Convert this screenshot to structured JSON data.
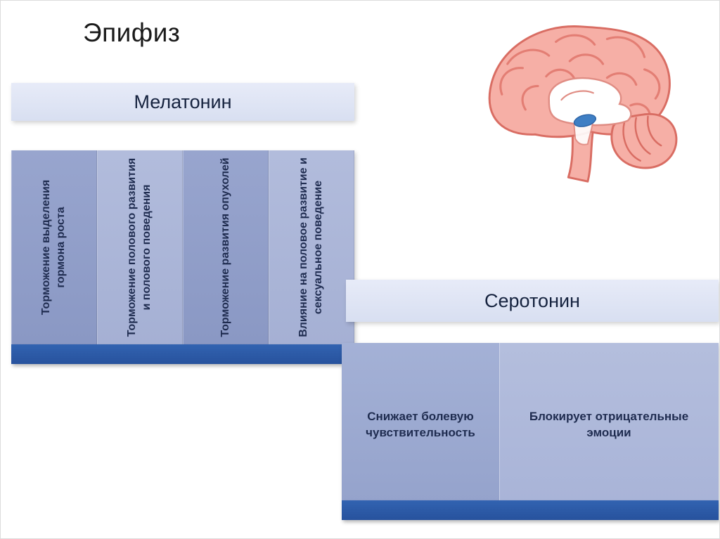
{
  "slide": {
    "title": "Эпифиз"
  },
  "melatonin": {
    "header": "Мелатонин",
    "items": [
      "Торможение выделения гормона роста",
      "Торможение полового развития и полового поведения",
      "Торможение развития опухолей",
      "Влияние на половое развитие и сексуальное поведение"
    ]
  },
  "serotonin": {
    "header": "Серотонин",
    "items": [
      "Снижает болевую чувствительность",
      "Блокирует отрицательные эмоции"
    ]
  },
  "icons": {
    "brain": "brain-illustration"
  },
  "colors": {
    "accent_bar": "#2b59a5",
    "column_dark": "#8d9bc7",
    "column_light": "#a9b4d7",
    "header_bg": "#dde3f2",
    "text_navy": "#1f2c50",
    "brain_pink": "#f6afa6",
    "brain_outline": "#d96d63",
    "brain_highlight_blue": "#3f7fc4"
  }
}
